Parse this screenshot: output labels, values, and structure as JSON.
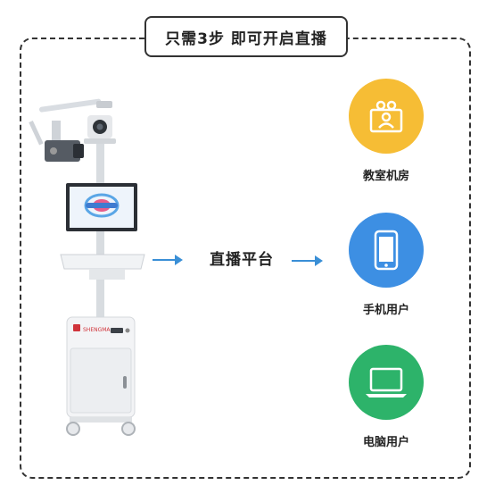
{
  "title": "只需3步 即可开启直播",
  "device_brand": "SHENGMA",
  "center_label": "直播平台",
  "targets": [
    {
      "label": "教室机房",
      "icon": "classroom-icon",
      "color": "#f6bd35"
    },
    {
      "label": "手机用户",
      "icon": "phone-icon",
      "color": "#3d8fe3"
    },
    {
      "label": "电脑用户",
      "icon": "laptop-icon",
      "color": "#2db36a"
    }
  ]
}
